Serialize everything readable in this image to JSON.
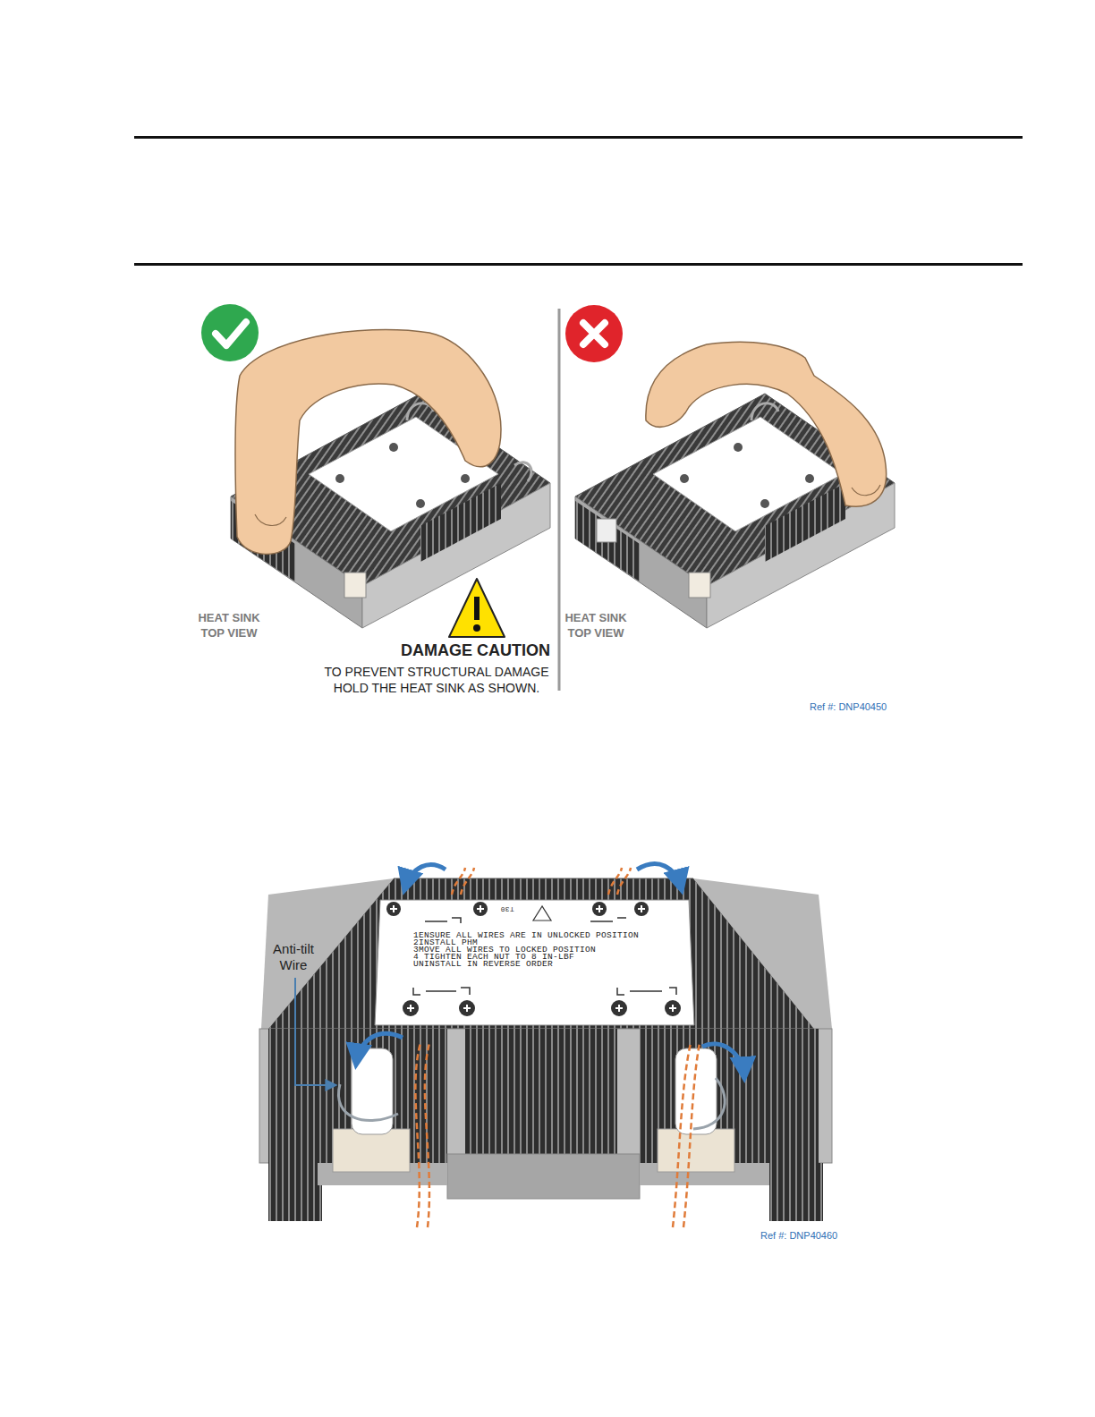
{
  "diagram": {
    "labels": [
      "HEAT SINK TOP VIEW",
      "DAMAGE CAUTION",
      "TO PREVENT STRUCTURAL DAMAGE HOLD THE HEAT SINK AS SHOWN.",
      "HEAT SINK TOP VIEW",
      "Ref #: DNP40450",
      "T30",
      "1ENSURE ALL WIRES ARE IN UNLOCKED POSITION",
      "2INSTALL PHM",
      "3MOVE ALL WIRES TO LOCKED POSITION",
      "4 TIGHTEN EACH NUT TO 8 IN-LBF",
      "UNINSTALL IN REVERSE ORDER",
      "Anti-tilt Wire",
      "Ref #: DNP40460"
    ]
  }
}
